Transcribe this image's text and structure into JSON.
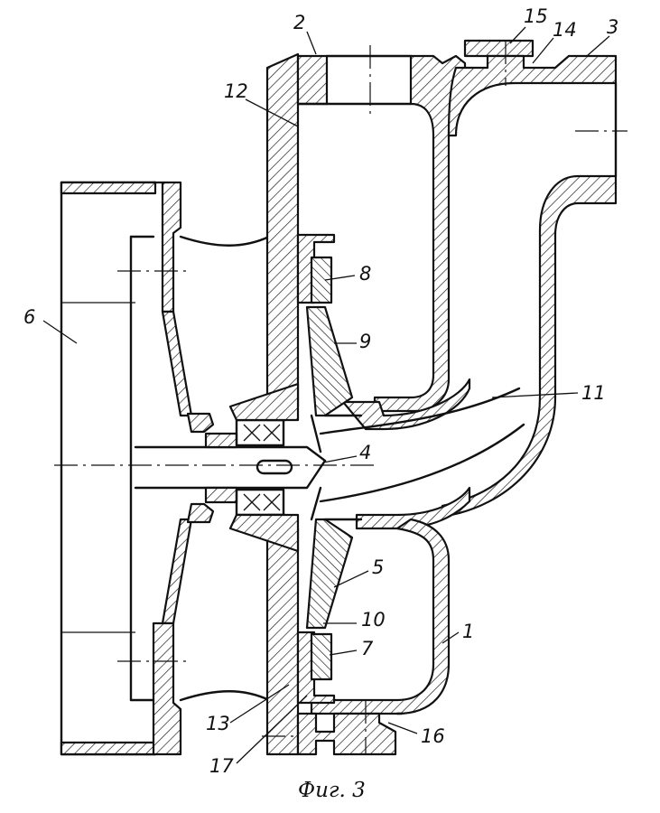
{
  "figure": {
    "caption": "Фиг. 3"
  },
  "labels": [
    {
      "id": "1",
      "text": "1"
    },
    {
      "id": "2",
      "text": "2"
    },
    {
      "id": "3",
      "text": "3"
    },
    {
      "id": "4",
      "text": "4"
    },
    {
      "id": "5",
      "text": "5"
    },
    {
      "id": "6",
      "text": "6"
    },
    {
      "id": "7",
      "text": "7"
    },
    {
      "id": "8",
      "text": "8"
    },
    {
      "id": "9",
      "text": "9"
    },
    {
      "id": "10",
      "text": "10"
    },
    {
      "id": "11",
      "text": "11"
    },
    {
      "id": "12",
      "text": "12"
    },
    {
      "id": "13",
      "text": "13"
    },
    {
      "id": "14",
      "text": "14"
    },
    {
      "id": "15",
      "text": "15"
    },
    {
      "id": "16",
      "text": "16"
    },
    {
      "id": "17",
      "text": "17"
    }
  ]
}
